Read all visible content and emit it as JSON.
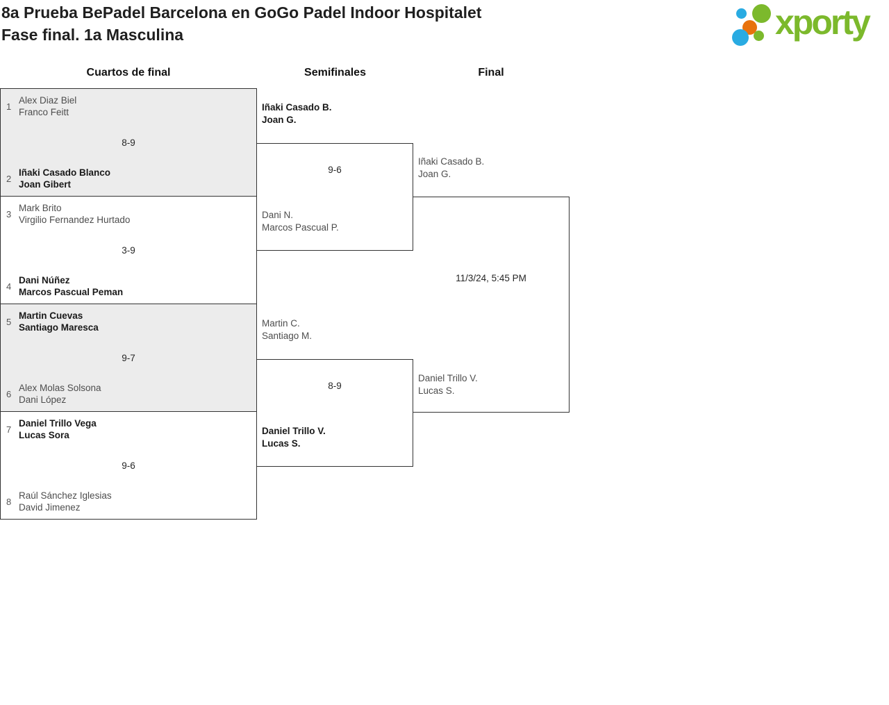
{
  "header": {
    "title_line1": "8a Prueba BePadel Barcelona en GoGo Padel Indoor Hospitalet",
    "title_line2": "Fase final. 1a Masculina",
    "logo_text": "xporty"
  },
  "rounds": {
    "quarterfinals": "Cuartos de final",
    "semifinals": "Semifinales",
    "final": "Final"
  },
  "quarterfinals": [
    {
      "seed_top": "1",
      "top1": "Alex Diaz Biel",
      "top2": "Franco Feitt",
      "score": "8-9",
      "seed_bottom": "2",
      "bottom1": "Iñaki Casado Blanco",
      "bottom2": "Joan Gibert",
      "winner": "bottom"
    },
    {
      "seed_top": "3",
      "top1": "Mark Brito",
      "top2": "Virgilio Fernandez Hurtado",
      "score": "3-9",
      "seed_bottom": "4",
      "bottom1": "Dani Núñez",
      "bottom2": "Marcos Pascual Peman",
      "winner": "bottom"
    },
    {
      "seed_top": "5",
      "top1": "Martin Cuevas",
      "top2": "Santiago Maresca",
      "score": "9-7",
      "seed_bottom": "6",
      "bottom1": "Alex Molas Solsona",
      "bottom2": "Dani López",
      "winner": "top"
    },
    {
      "seed_top": "7",
      "top1": "Daniel Trillo Vega",
      "top2": "Lucas Sora",
      "score": "9-6",
      "seed_bottom": "8",
      "bottom1": "Raúl Sánchez Iglesias",
      "bottom2": "David Jimenez",
      "winner": "top"
    }
  ],
  "semifinals": [
    {
      "top1": "Iñaki Casado B.",
      "top2": "Joan G.",
      "score": "9-6",
      "bottom1": "Dani N.",
      "bottom2": "Marcos Pascual P.",
      "winner": "top"
    },
    {
      "top1": "Martin C.",
      "top2": "Santiago M.",
      "score": "8-9",
      "bottom1": "Daniel Trillo V.",
      "bottom2": "Lucas S.",
      "winner": "bottom"
    }
  ],
  "final": {
    "top1": "Iñaki Casado B.",
    "top2": "Joan G.",
    "schedule": "11/3/24, 5:45 PM",
    "bottom1": "Daniel Trillo V.",
    "bottom2": "Lucas S."
  },
  "colors": {
    "brand_green": "#7cb92c",
    "brand_blue": "#29abe2",
    "brand_orange": "#e8720c",
    "bracket_line": "#333333",
    "shaded_row": "#ececec"
  }
}
